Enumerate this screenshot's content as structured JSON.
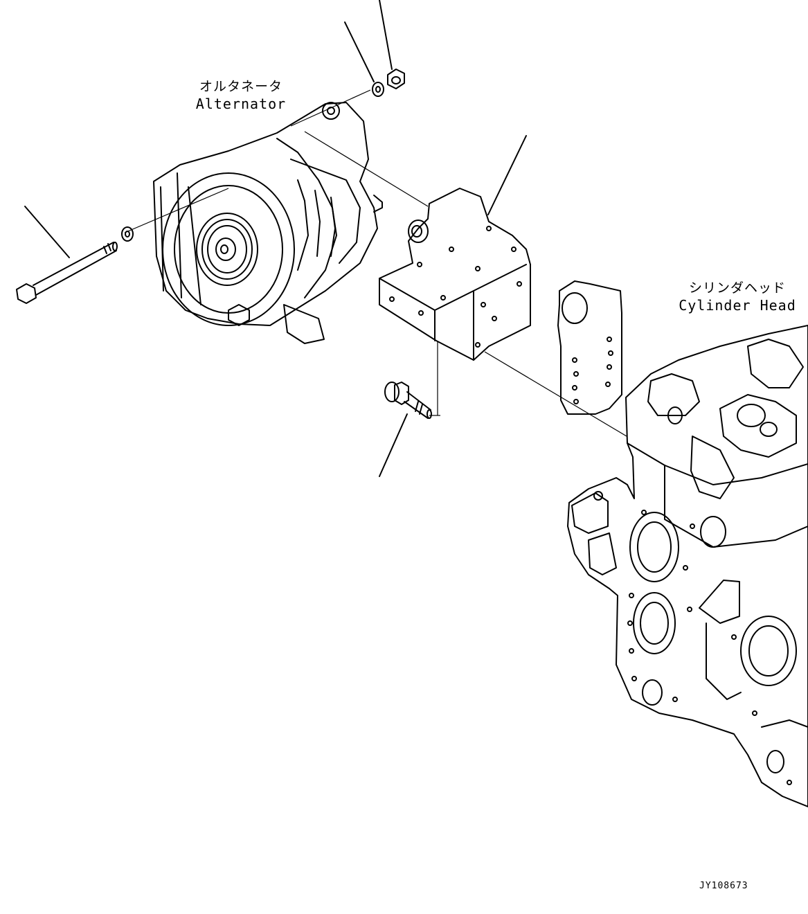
{
  "labels": {
    "alternator_jp": "オルタネータ",
    "alternator_en": "Alternator",
    "cylinder_head_jp": "シリンダヘッド",
    "cylinder_head_en": "Cylinder Head"
  },
  "drawing_id": "JY108673",
  "colors": {
    "line": "#000000",
    "background": "#ffffff"
  }
}
